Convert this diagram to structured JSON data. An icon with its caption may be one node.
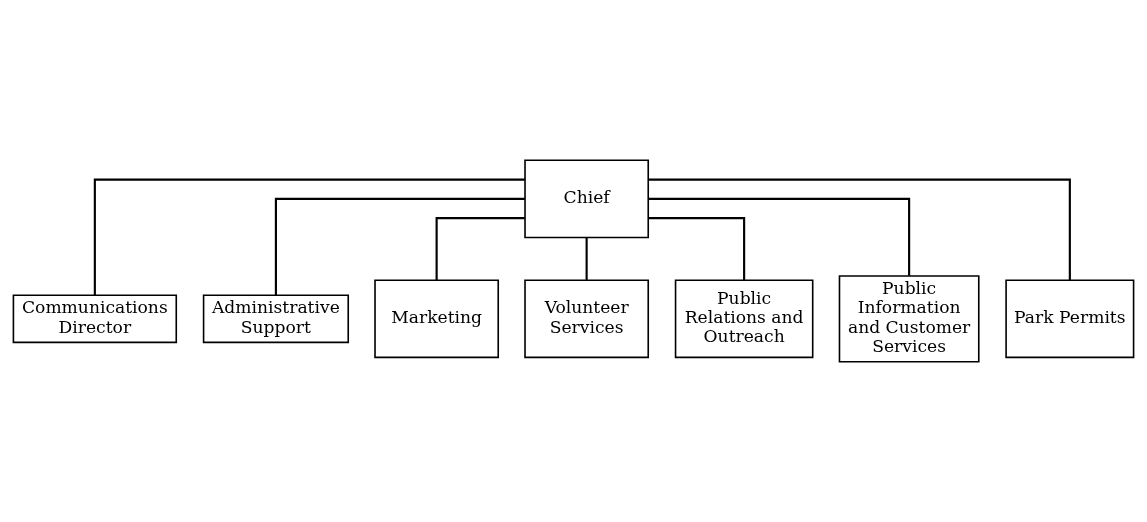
{
  "diagram": {
    "nodes": [
      {
        "text": [
          "Chief"
        ]
      },
      {
        "text": [
          "Communications Director"
        ]
      },
      {
        "text": [
          "Administrative Support"
        ]
      },
      {
        "text": [
          "Marketing"
        ]
      },
      {
        "text": [
          "Volunteer Services"
        ]
      },
      {
        "text": [
          "Public Relations and Outreach"
        ]
      },
      {
        "text": [
          "Public Information and Customer Services"
        ]
      },
      {
        "text": [
          "Park Permits"
        ]
      }
    ],
    "edges": [
      {
        "from": 0,
        "to": 1,
        "arrow": "none"
      },
      {
        "from": 0,
        "to": 2,
        "arrow": "none"
      },
      {
        "from": 0,
        "to": 3,
        "arrow": "none"
      },
      {
        "from": 0,
        "to": 4,
        "arrow": "none"
      },
      {
        "from": 0,
        "to": 5,
        "arrow": "none"
      },
      {
        "from": 0,
        "to": 6,
        "arrow": "none"
      },
      {
        "from": 0,
        "to": 7,
        "arrow": "none"
      }
    ]
  }
}
